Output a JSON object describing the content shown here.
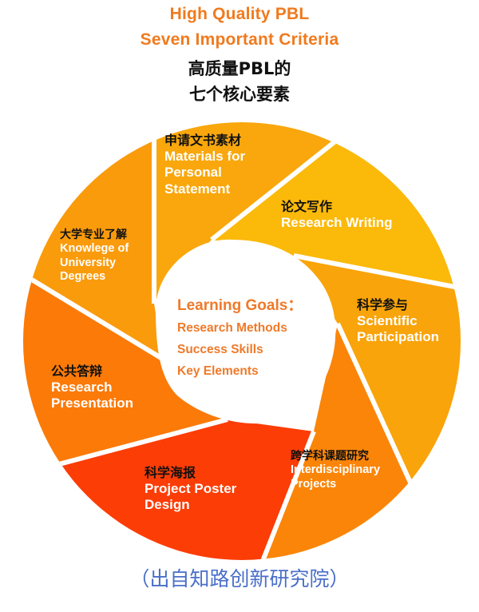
{
  "header": {
    "title_en_line1": "High Quality PBL",
    "title_en_line2": "Seven Important Criteria",
    "title_zh_line1": "高质量PBL的",
    "title_zh_line2": "七个核心要素"
  },
  "colors": {
    "title_orange": "#f07a1e",
    "materials": "#f9a70c",
    "writing": "#fbb90a",
    "scientific": "#f9a40a",
    "interdisciplinary": "#fb8508",
    "poster": "#fc3d06",
    "presentation": "#fb7a08",
    "knowledge": "#fa9b0c",
    "source_blue": "#4a6fc9"
  },
  "segments": [
    {
      "zh": "申请文书素材",
      "en_lines": [
        "Materials for",
        "Personal",
        "Statement"
      ]
    },
    {
      "zh": "论文写作",
      "en_lines": [
        "Research Writing"
      ]
    },
    {
      "zh": "科学参与",
      "en_lines": [
        "Scientific",
        "Participation"
      ]
    },
    {
      "zh": "跨学科课题研究",
      "en_lines": [
        "Interdisciplinary",
        "Projects"
      ]
    },
    {
      "zh": "科学海报",
      "en_lines": [
        "Project Poster",
        "Design"
      ]
    },
    {
      "zh": "公共答辩",
      "en_lines": [
        "Research",
        "Presentation"
      ]
    },
    {
      "zh": "大学专业了解",
      "en_lines": [
        "Knowlege of",
        "University",
        "Degrees"
      ]
    }
  ],
  "center": {
    "title": "Learning Goals：",
    "items": [
      "Research Methods",
      "Success Skills",
      "Key Elements"
    ]
  },
  "source": "（出自知路创新研究院）"
}
